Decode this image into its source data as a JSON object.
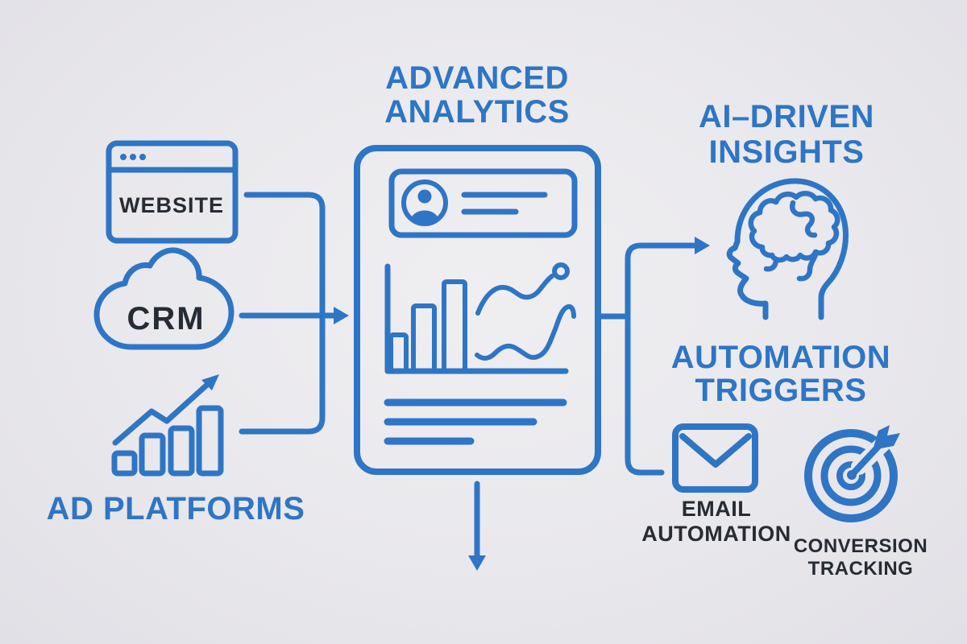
{
  "colors": {
    "background": "#E9E8EC",
    "accent_blue": "#2E75C5",
    "dark_text": "#272B33"
  },
  "center": {
    "title_line1": "ADVANCED",
    "title_line2": "ANALYTICS"
  },
  "sources": {
    "website_label": "WEBSITE",
    "crm_label": "CRM",
    "ad_platforms_label": "AD PLATFORMS"
  },
  "ai_insights": {
    "title_line1": "AI–DRIVEN",
    "title_line2": "INSIGHTS"
  },
  "automation": {
    "title_line1": "AUTOMATION",
    "title_line2": "TRIGGERS",
    "email_label_line1": "EMAIL",
    "email_label_line2": "AUTOMATION",
    "conversion_label_line1": "CONVERSION",
    "conversion_label_line2": "TRACKING"
  }
}
